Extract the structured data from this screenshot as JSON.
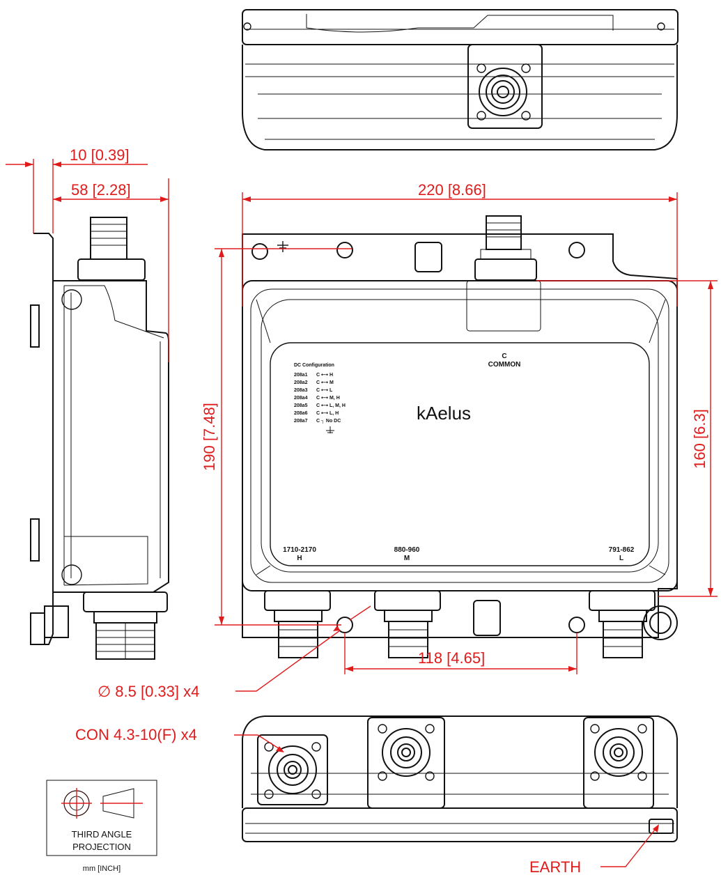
{
  "dimensions": {
    "flange_offset": "10 [0.39]",
    "depth": "58 [2.28]",
    "width": "220 [8.66]",
    "height_overall": "190 [7.48]",
    "height_body": "160 [6.3]",
    "hole_spacing": "118 [4.65]",
    "hole_diameter": "∅ 8.5 [0.33] x4"
  },
  "callouts": {
    "connector": "CON 4.3-10(F) x4",
    "earth": "EARTH"
  },
  "projection": {
    "line1": "THIRD ANGLE",
    "line2": "PROJECTION",
    "units": "mm [INCH]"
  },
  "label_plate": {
    "brand": "kAelus",
    "common_port_letter": "C",
    "common_port_label": "COMMON",
    "dc_title": "DC Configuration",
    "dc_rows": [
      {
        "code": "208a1",
        "map": "C ⟷ H"
      },
      {
        "code": "208a2",
        "map": "C ⟷ M"
      },
      {
        "code": "208a3",
        "map": "C ⟷ L"
      },
      {
        "code": "208a4",
        "map": "C ⟷ M, H"
      },
      {
        "code": "208a5",
        "map": "C ⟷ L, M, H"
      },
      {
        "code": "208a6",
        "map": "C ⟷ L, H"
      },
      {
        "code": "208a7",
        "map": "C ┐ No DC"
      }
    ],
    "ports": [
      {
        "band": "1710-2170",
        "letter": "H"
      },
      {
        "band": "880-960",
        "letter": "M"
      },
      {
        "band": "791-862",
        "letter": "L"
      }
    ]
  }
}
